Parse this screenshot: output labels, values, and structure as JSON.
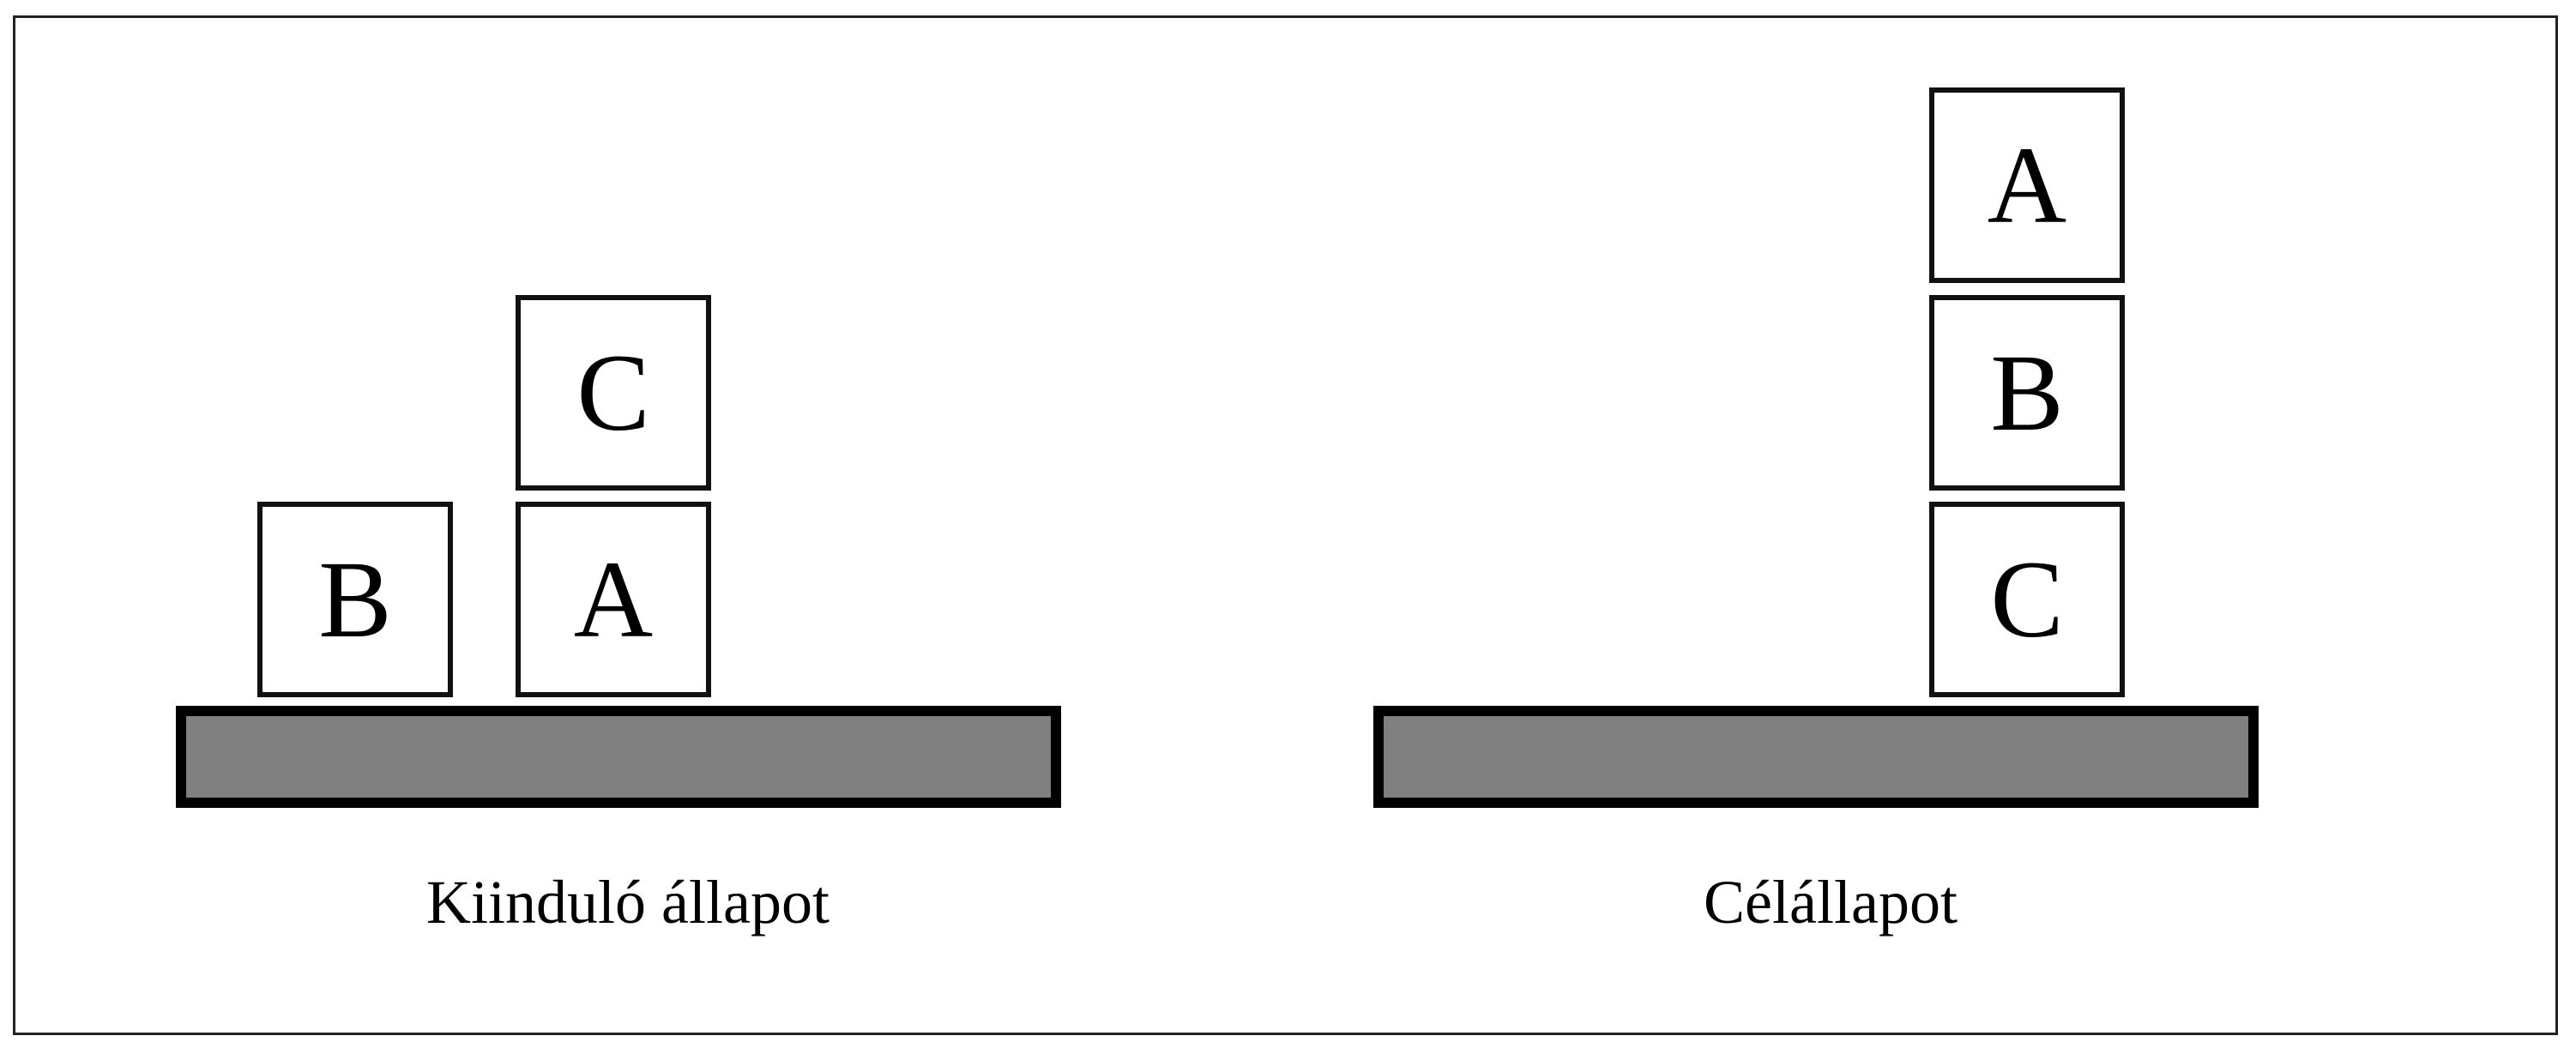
{
  "initial_state": {
    "caption": "Kiinduló állapot",
    "blocks": {
      "b": "B",
      "a": "A",
      "c": "C"
    }
  },
  "goal_state": {
    "caption": "Célállapot",
    "blocks": {
      "a": "A",
      "b": "B",
      "c": "C"
    }
  },
  "colors": {
    "table_fill": "#808080",
    "table_border": "#000000",
    "block_fill": "#ffffff",
    "block_border": "#111111"
  }
}
